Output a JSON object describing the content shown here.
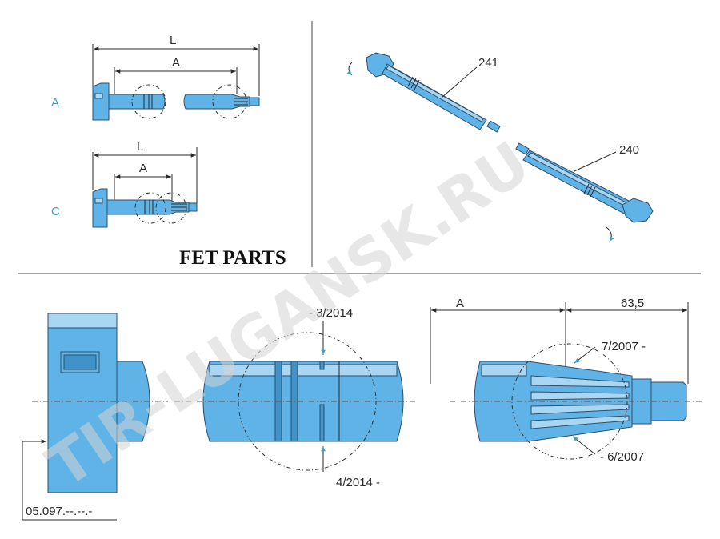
{
  "top_left": {
    "variant_a": {
      "row_label": "A",
      "dim_overall": "L",
      "dim_inner": "A"
    },
    "variant_c": {
      "row_label": "C",
      "dim_overall": "L",
      "dim_inner": "A"
    }
  },
  "brand": "FET PARTS",
  "top_right": {
    "callout_upper": "241",
    "callout_lower": "240"
  },
  "bottom": {
    "head_ref": "05.097.--.--.-",
    "groove_top_note": "- 3/2014",
    "groove_bottom_note": "4/2014 -",
    "dim_a": "A",
    "dim_b": "63,5",
    "spline_top_note": "7/2007 -",
    "spline_bottom_note": "- 6/2007"
  },
  "watermark": "TIR-LUGANSK.RU",
  "colors": {
    "part": "#5fb3e6",
    "part_light": "#a9d6f2",
    "label_accent": "#3aa0c8",
    "line": "#2a2a2a"
  }
}
